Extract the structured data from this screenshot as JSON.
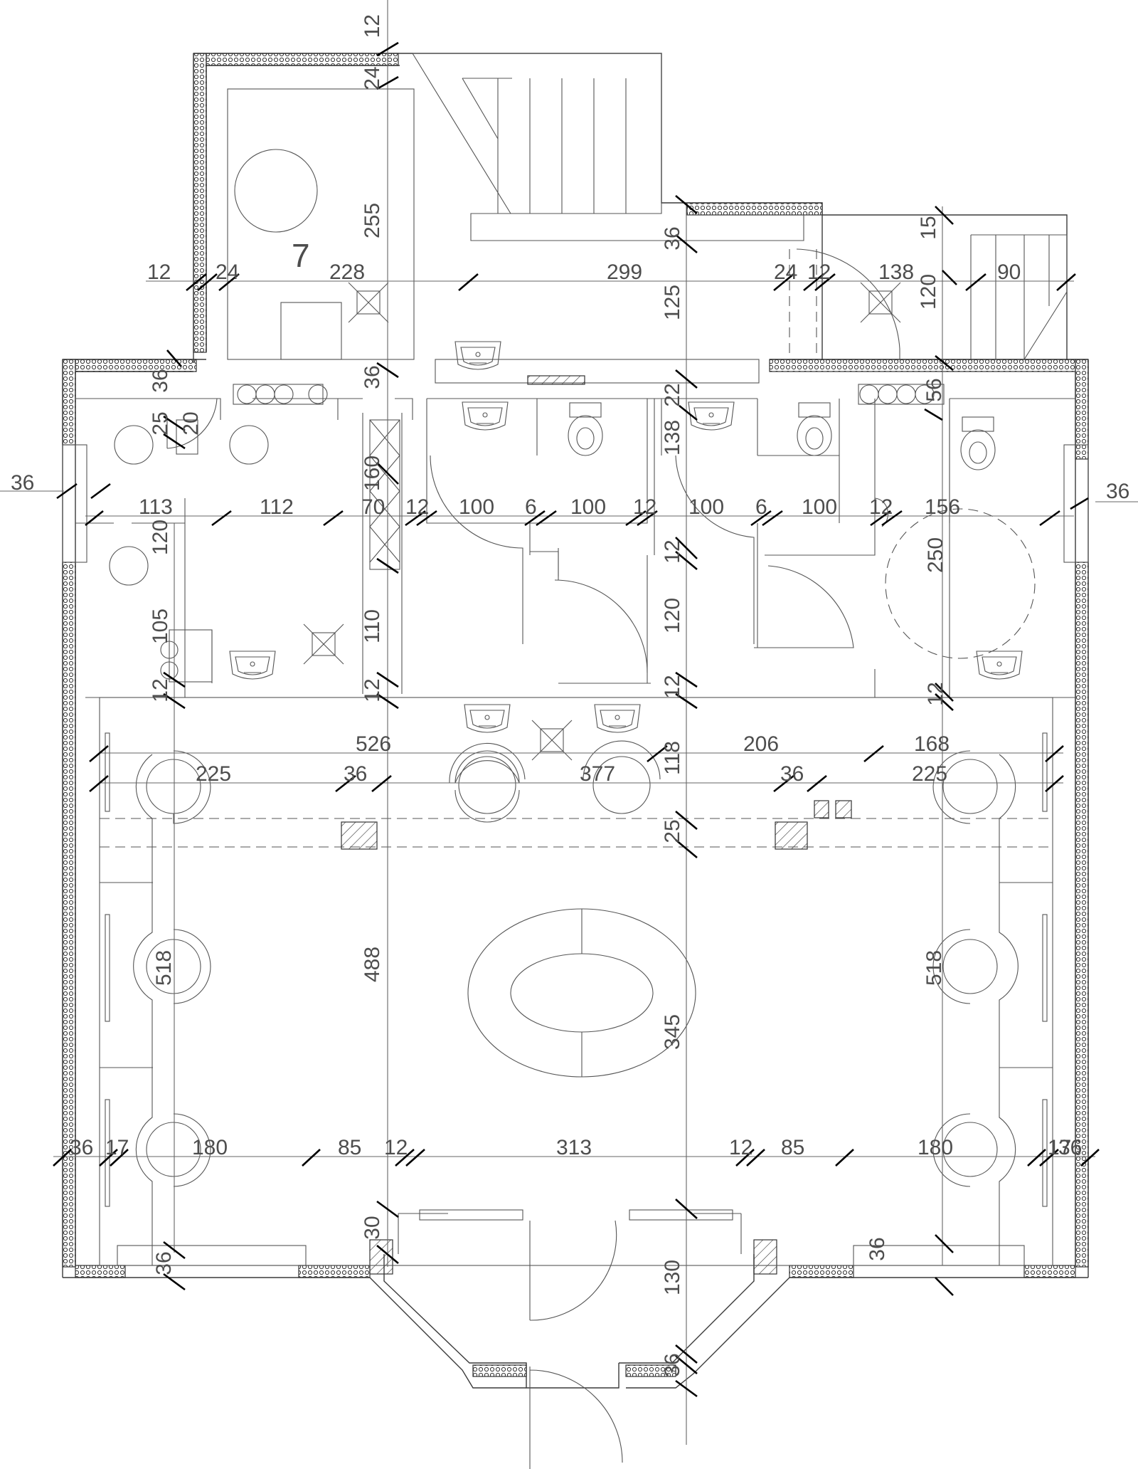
{
  "plan": {
    "room_number": "7",
    "dimensions": [
      {
        "id": "d1",
        "text": "12"
      },
      {
        "id": "d2",
        "text": "24"
      },
      {
        "id": "d3",
        "text": "255"
      },
      {
        "id": "d4",
        "text": "12"
      },
      {
        "id": "d5",
        "text": "24"
      },
      {
        "id": "d6",
        "text": "228"
      },
      {
        "id": "d7",
        "text": "299"
      },
      {
        "id": "d8",
        "text": "36"
      },
      {
        "id": "d9",
        "text": "24"
      },
      {
        "id": "d10",
        "text": "12"
      },
      {
        "id": "d11",
        "text": "138"
      },
      {
        "id": "d12",
        "text": "90"
      },
      {
        "id": "d13",
        "text": "15"
      },
      {
        "id": "d14",
        "text": "120"
      },
      {
        "id": "d15",
        "text": "125"
      },
      {
        "id": "d16",
        "text": "36"
      },
      {
        "id": "d17",
        "text": "36"
      },
      {
        "id": "d18",
        "text": "25"
      },
      {
        "id": "d19",
        "text": "20"
      },
      {
        "id": "d20",
        "text": "22"
      },
      {
        "id": "d21",
        "text": "138"
      },
      {
        "id": "d22",
        "text": "56"
      },
      {
        "id": "d23",
        "text": "36"
      },
      {
        "id": "d24",
        "text": "36"
      },
      {
        "id": "d25",
        "text": "113"
      },
      {
        "id": "d26",
        "text": "112"
      },
      {
        "id": "d27",
        "text": "70"
      },
      {
        "id": "d28",
        "text": "12"
      },
      {
        "id": "d29",
        "text": "100"
      },
      {
        "id": "d30",
        "text": "6"
      },
      {
        "id": "d31",
        "text": "100"
      },
      {
        "id": "d32",
        "text": "12"
      },
      {
        "id": "d33",
        "text": "100"
      },
      {
        "id": "d34",
        "text": "6"
      },
      {
        "id": "d35",
        "text": "100"
      },
      {
        "id": "d36",
        "text": "12"
      },
      {
        "id": "d37",
        "text": "156"
      },
      {
        "id": "d38",
        "text": "160"
      },
      {
        "id": "d39",
        "text": "120"
      },
      {
        "id": "d40",
        "text": "12"
      },
      {
        "id": "d41",
        "text": "250"
      },
      {
        "id": "d42",
        "text": "105"
      },
      {
        "id": "d43",
        "text": "110"
      },
      {
        "id": "d44",
        "text": "120"
      },
      {
        "id": "d45",
        "text": "12"
      },
      {
        "id": "d46",
        "text": "12"
      },
      {
        "id": "d47",
        "text": "12"
      },
      {
        "id": "d48",
        "text": "12"
      },
      {
        "id": "d49",
        "text": "526"
      },
      {
        "id": "d50",
        "text": "206"
      },
      {
        "id": "d51",
        "text": "168"
      },
      {
        "id": "d52",
        "text": "225"
      },
      {
        "id": "d53",
        "text": "36"
      },
      {
        "id": "d54",
        "text": "377"
      },
      {
        "id": "d55",
        "text": "118"
      },
      {
        "id": "d56",
        "text": "36"
      },
      {
        "id": "d57",
        "text": "225"
      },
      {
        "id": "d58",
        "text": "25"
      },
      {
        "id": "d59",
        "text": "488"
      },
      {
        "id": "d60",
        "text": "518"
      },
      {
        "id": "d61",
        "text": "518"
      },
      {
        "id": "d62",
        "text": "345"
      },
      {
        "id": "d63",
        "text": "36"
      },
      {
        "id": "d64",
        "text": "17"
      },
      {
        "id": "d65",
        "text": "180"
      },
      {
        "id": "d66",
        "text": "85"
      },
      {
        "id": "d67",
        "text": "12"
      },
      {
        "id": "d68",
        "text": "313"
      },
      {
        "id": "d69",
        "text": "12"
      },
      {
        "id": "d70",
        "text": "85"
      },
      {
        "id": "d71",
        "text": "180"
      },
      {
        "id": "d72",
        "text": "17"
      },
      {
        "id": "d73",
        "text": "36"
      },
      {
        "id": "d74",
        "text": "30"
      },
      {
        "id": "d75",
        "text": "36"
      },
      {
        "id": "d76",
        "text": "36"
      },
      {
        "id": "d77",
        "text": "130"
      },
      {
        "id": "d78",
        "text": "36"
      }
    ]
  }
}
